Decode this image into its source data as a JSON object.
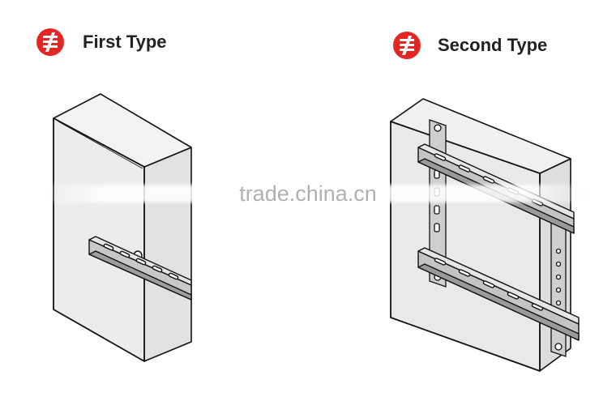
{
  "headings": {
    "first": {
      "label": "First Type",
      "icon": "red-logo-badge-icon"
    },
    "second": {
      "label": "Second Type",
      "icon": "red-logo-badge-icon"
    }
  },
  "watermark": {
    "text": "trade.china.cn"
  },
  "colors": {
    "badge": "#e32622",
    "heading_text": "#222222",
    "outline": "#111111",
    "panel_face": "#ededed",
    "rail_fill": "#bdbdbd"
  }
}
